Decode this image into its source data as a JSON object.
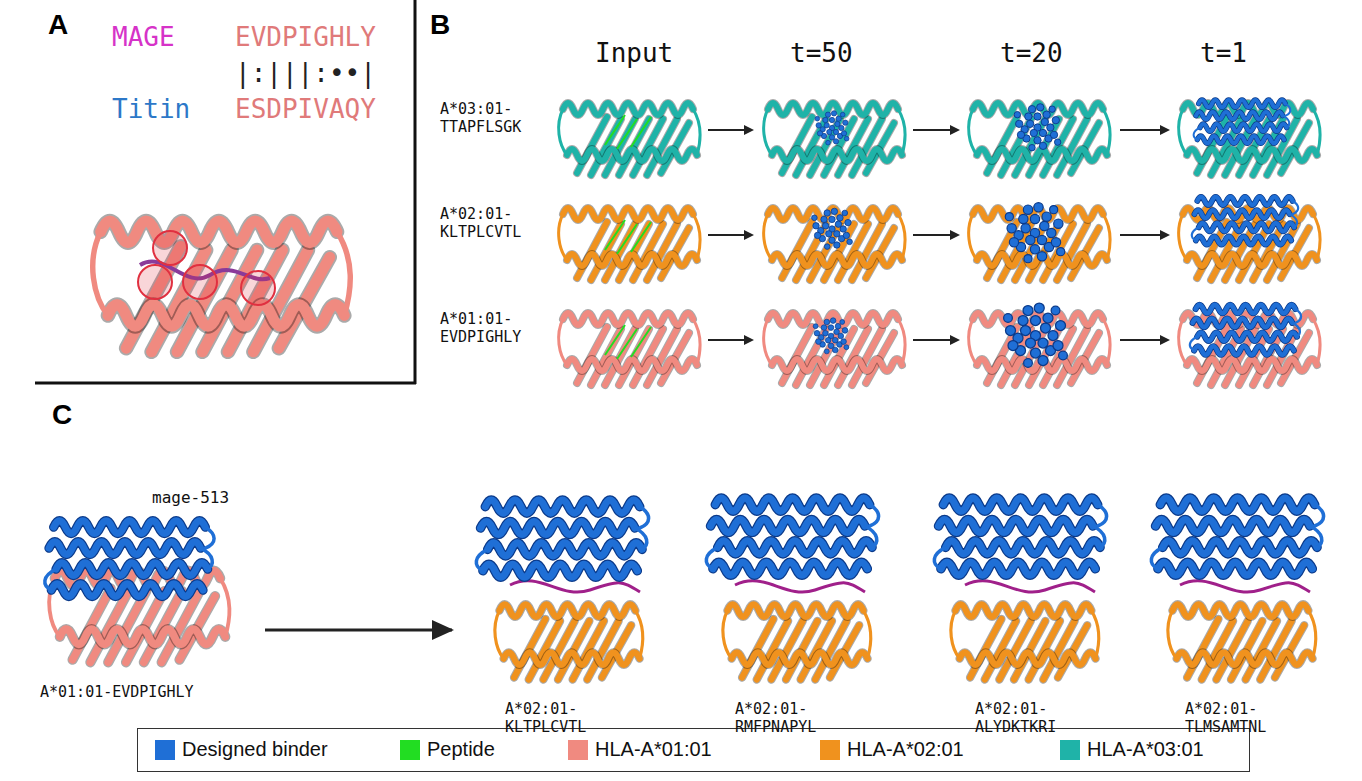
{
  "diagram": {
    "labels": [
      "A",
      "MAGE",
      "EVDPIGHLY",
      "|:|||:••|",
      "Titin",
      "ESDPIVAQY",
      "B",
      "Input",
      "t=50",
      "t=20",
      "t=1",
      "A*03:01- TTAPFLSGK",
      "A*02:01- KLTPLCVTL",
      "A*01:01- EVDPIGHLY",
      "C",
      "mage-513",
      "A*01:01-EVDPIGHLY",
      "A*02:01- KLTPLCVTL",
      "A*02:01- RMFPNAPYL",
      "A*02:01- ALYDKTKRI",
      "A*02:01- TLMSAMTNL"
    ],
    "legend": [
      {
        "text": "Designed binder",
        "color": "#1f6fd6"
      },
      {
        "text": "Peptide",
        "color": "#22dd22"
      },
      {
        "text": "HLA-A*01:01",
        "color": "#f08a80"
      },
      {
        "text": "HLA-A*02:01",
        "color": "#f0921e"
      },
      {
        "text": "HLA-A*03:01",
        "color": "#1fb3a8"
      }
    ]
  }
}
